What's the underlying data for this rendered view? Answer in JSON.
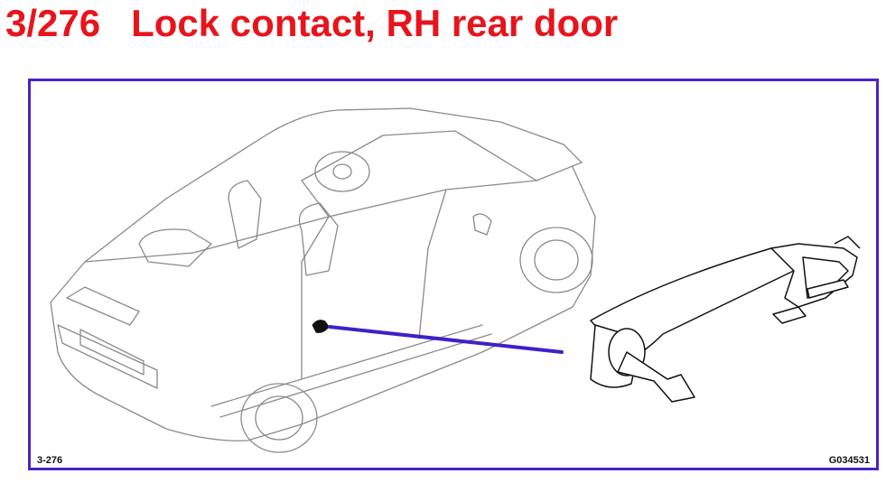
{
  "heading": {
    "ref": "3/276",
    "name": "Lock contact, RH rear door"
  },
  "figure": {
    "id_label": "3-276",
    "code": "G034531"
  },
  "colors": {
    "heading": "#e8141c",
    "frame": "#4b22c8",
    "leader": "#3a22c8",
    "line_art": "#8a8a8a",
    "part": "#111111"
  }
}
